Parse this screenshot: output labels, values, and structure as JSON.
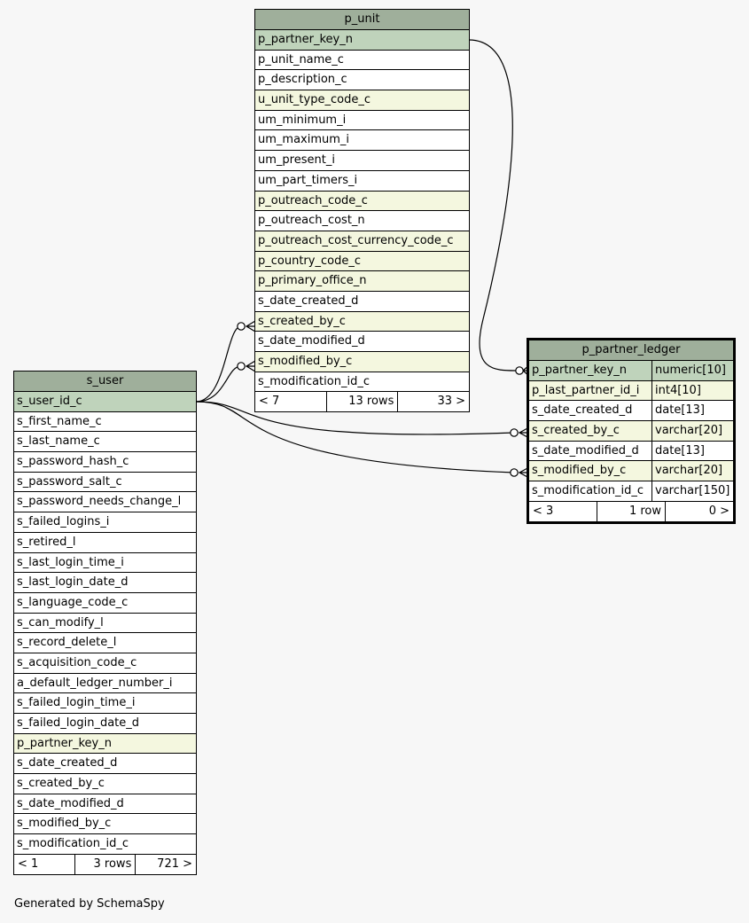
{
  "tables": {
    "p_unit": {
      "name": "p_unit",
      "columns": [
        {
          "name": "p_partner_key_n",
          "kind": "pk"
        },
        {
          "name": "p_unit_name_c",
          "kind": "plain"
        },
        {
          "name": "p_description_c",
          "kind": "plain"
        },
        {
          "name": "u_unit_type_code_c",
          "kind": "fk"
        },
        {
          "name": "um_minimum_i",
          "kind": "plain"
        },
        {
          "name": "um_maximum_i",
          "kind": "plain"
        },
        {
          "name": "um_present_i",
          "kind": "plain"
        },
        {
          "name": "um_part_timers_i",
          "kind": "plain"
        },
        {
          "name": "p_outreach_code_c",
          "kind": "fk"
        },
        {
          "name": "p_outreach_cost_n",
          "kind": "plain"
        },
        {
          "name": "p_outreach_cost_currency_code_c",
          "kind": "fk"
        },
        {
          "name": "p_country_code_c",
          "kind": "fk"
        },
        {
          "name": "p_primary_office_n",
          "kind": "fk"
        },
        {
          "name": "s_date_created_d",
          "kind": "plain"
        },
        {
          "name": "s_created_by_c",
          "kind": "fk"
        },
        {
          "name": "s_date_modified_d",
          "kind": "plain"
        },
        {
          "name": "s_modified_by_c",
          "kind": "fk"
        },
        {
          "name": "s_modification_id_c",
          "kind": "plain"
        }
      ],
      "footer": {
        "parents": "< 7",
        "rows": "13 rows",
        "children": "33 >"
      }
    },
    "s_user": {
      "name": "s_user",
      "columns": [
        {
          "name": "s_user_id_c",
          "kind": "pk"
        },
        {
          "name": "s_first_name_c",
          "kind": "plain"
        },
        {
          "name": "s_last_name_c",
          "kind": "plain"
        },
        {
          "name": "s_password_hash_c",
          "kind": "plain"
        },
        {
          "name": "s_password_salt_c",
          "kind": "plain"
        },
        {
          "name": "s_password_needs_change_l",
          "kind": "plain"
        },
        {
          "name": "s_failed_logins_i",
          "kind": "plain"
        },
        {
          "name": "s_retired_l",
          "kind": "plain"
        },
        {
          "name": "s_last_login_time_i",
          "kind": "plain"
        },
        {
          "name": "s_last_login_date_d",
          "kind": "plain"
        },
        {
          "name": "s_language_code_c",
          "kind": "plain"
        },
        {
          "name": "s_can_modify_l",
          "kind": "plain"
        },
        {
          "name": "s_record_delete_l",
          "kind": "plain"
        },
        {
          "name": "s_acquisition_code_c",
          "kind": "plain"
        },
        {
          "name": "a_default_ledger_number_i",
          "kind": "plain"
        },
        {
          "name": "s_failed_login_time_i",
          "kind": "plain"
        },
        {
          "name": "s_failed_login_date_d",
          "kind": "plain"
        },
        {
          "name": "p_partner_key_n",
          "kind": "fk"
        },
        {
          "name": "s_date_created_d",
          "kind": "plain"
        },
        {
          "name": "s_created_by_c",
          "kind": "plain"
        },
        {
          "name": "s_date_modified_d",
          "kind": "plain"
        },
        {
          "name": "s_modified_by_c",
          "kind": "plain"
        },
        {
          "name": "s_modification_id_c",
          "kind": "plain"
        }
      ],
      "footer": {
        "parents": "< 1",
        "rows": "3 rows",
        "children": "721 >"
      }
    },
    "p_partner_ledger": {
      "name": "p_partner_ledger",
      "columns": [
        {
          "name": "p_partner_key_n",
          "type": "numeric[10]",
          "kind": "pk"
        },
        {
          "name": "p_last_partner_id_i",
          "type": "int4[10]",
          "kind": "fk"
        },
        {
          "name": "s_date_created_d",
          "type": "date[13]",
          "kind": "plain"
        },
        {
          "name": "s_created_by_c",
          "type": "varchar[20]",
          "kind": "fk"
        },
        {
          "name": "s_date_modified_d",
          "type": "date[13]",
          "kind": "plain"
        },
        {
          "name": "s_modified_by_c",
          "type": "varchar[20]",
          "kind": "fk"
        },
        {
          "name": "s_modification_id_c",
          "type": "varchar[150]",
          "kind": "plain"
        }
      ],
      "footer": {
        "parents": "< 3",
        "rows": "1 row",
        "children": "0 >"
      }
    }
  },
  "credit": "Generated by SchemaSpy",
  "colors": {
    "header": "#9faf9b",
    "primary_key": "#bfd3bb",
    "foreign_key": "#f4f7df",
    "background": "#f7f7f7"
  }
}
